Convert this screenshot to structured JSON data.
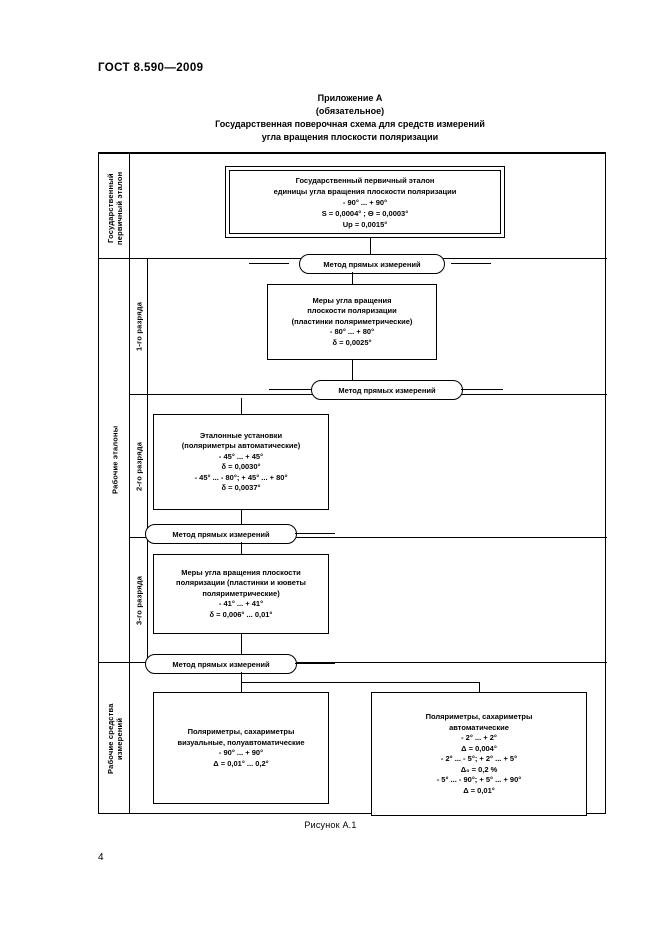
{
  "document": {
    "standard_header": "ГОСТ 8.590—2009",
    "page_number": "4",
    "figure_caption": "Рисунок А.1"
  },
  "title": {
    "line1": "Приложение А",
    "line2": "(обязательное)",
    "line3": "Государственная поверочная схема для средств измерений",
    "line4": "угла вращения плоскости поляризации"
  },
  "band_labels": {
    "primary_standard": "Государственный\nпервичный эталон",
    "working_standards": "Рабочие эталоны",
    "working_means": "Рабочие средства\nизмерений",
    "rank1": "1-го разряда",
    "rank2": "2-го разряда",
    "rank3": "3-го разряда"
  },
  "methods": {
    "m1": "Метод прямых измерений",
    "m2": "Метод прямых измерений",
    "m3": "Метод прямых измерений",
    "m4": "Метод прямых измерений"
  },
  "boxes": {
    "primary": {
      "lines": [
        "Государственный первичный эталон",
        "единицы угла вращения плоскости поляризации",
        "- 90° ... + 90°",
        "S = 0,0004° ; Θ = 0,0003°",
        "Uр = 0,0015°"
      ]
    },
    "rank1": {
      "lines": [
        "Меры угла вращения",
        "плоскости поляризации",
        "(пластинки поляриметрические)",
        "- 80° ... + 80°",
        "δ = 0,0025°"
      ]
    },
    "rank2": {
      "lines": [
        "Эталонные установки",
        "(поляриметры автоматические)",
        "- 45° ... + 45°",
        "δ = 0,0030°",
        "- 45° ... - 80°; + 45° ... + 80°",
        "δ = 0,0037°"
      ]
    },
    "rank3": {
      "lines": [
        "Меры угла вращения плоскости",
        "поляризации (пластинки и кюветы",
        "поляриметрические)",
        "- 41° ... + 41°",
        "δ = 0,006° ... 0,01°"
      ]
    },
    "means_left": {
      "lines": [
        "Поляриметры, сахариметры",
        "визуальные, полуавтоматические",
        "- 90° ... + 90°",
        "Δ = 0,01° ... 0,2°"
      ]
    },
    "means_right": {
      "lines": [
        "Поляриметры, сахариметры",
        "автоматические",
        "- 2° ... + 2°",
        "Δ = 0,004°",
        "- 2° ... - 5°; + 2° ... + 5°",
        "Δ₀ = 0,2 %",
        "- 5° ... - 90°; + 5° ... + 90°",
        "Δ = 0,01°"
      ]
    }
  },
  "colors": {
    "ink": "#000000",
    "paper": "#ffffff"
  }
}
